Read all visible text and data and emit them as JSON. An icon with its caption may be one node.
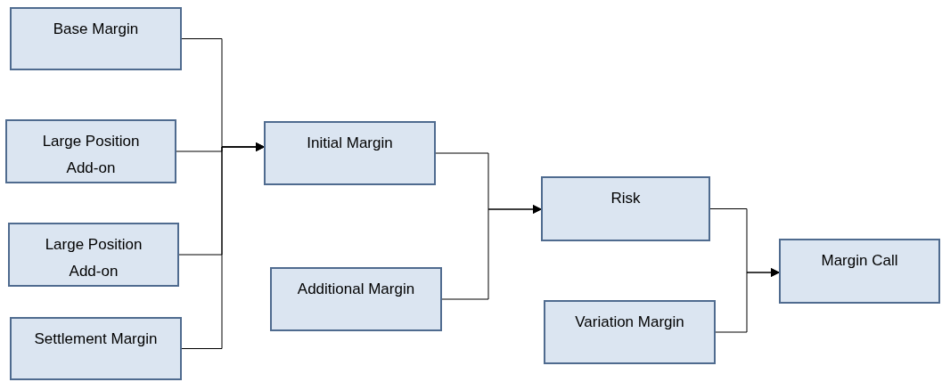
{
  "diagram": {
    "nodes": [
      {
        "text": [
          "Base Margin"
        ]
      },
      {
        "text": [
          "Large Position Add-on"
        ]
      },
      {
        "text": [
          "Large Position Add-on"
        ]
      },
      {
        "text": [
          "Settlement Margin"
        ]
      },
      {
        "text": [
          "Initial Margin"
        ]
      },
      {
        "text": [
          "Additional Margin"
        ]
      },
      {
        "text": [
          "Risk"
        ]
      },
      {
        "text": [
          "Variation Margin"
        ]
      },
      {
        "text": [
          "Margin Call"
        ]
      }
    ],
    "edges": [
      {
        "from": 0,
        "to": 4,
        "arrow": "to"
      },
      {
        "from": 1,
        "to": 4,
        "arrow": "to"
      },
      {
        "from": 2,
        "to": 4,
        "arrow": "to"
      },
      {
        "from": 3,
        "to": 4,
        "arrow": "to"
      },
      {
        "from": 4,
        "to": 6,
        "arrow": "to"
      },
      {
        "from": 5,
        "to": 6,
        "arrow": "to"
      },
      {
        "from": 6,
        "to": 8,
        "arrow": "to"
      },
      {
        "from": 7,
        "to": 8,
        "arrow": "to"
      }
    ]
  }
}
